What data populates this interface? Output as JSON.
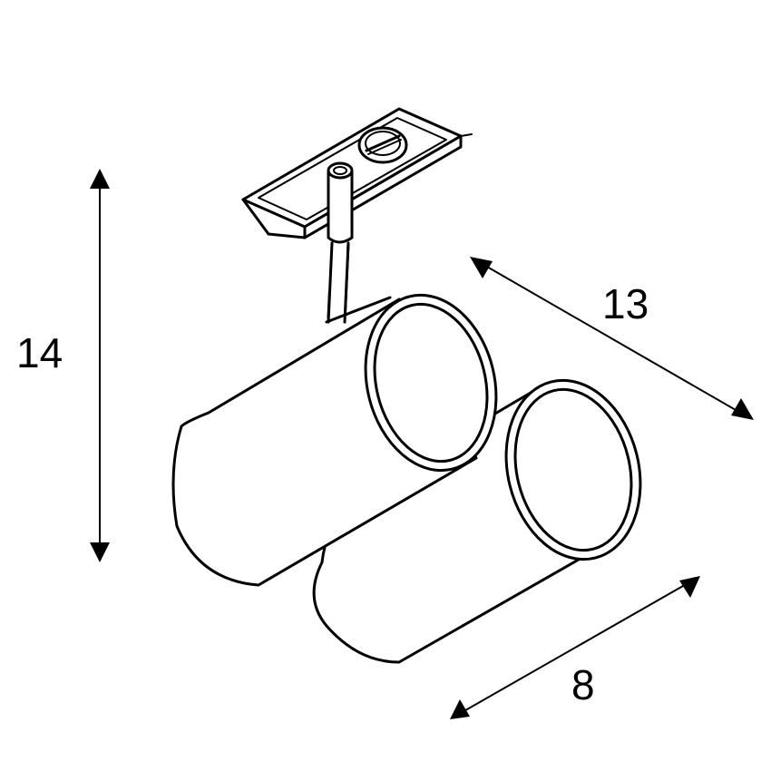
{
  "dimensions": {
    "height": "14",
    "length": "13",
    "width": "8"
  },
  "colors": {
    "stroke": "#000000",
    "fill": "#ffffff"
  },
  "icons": {
    "track_adapter": "track-adapter-icon",
    "screw": "screw-icon",
    "spot_head": "cylinder-spot-icon"
  }
}
